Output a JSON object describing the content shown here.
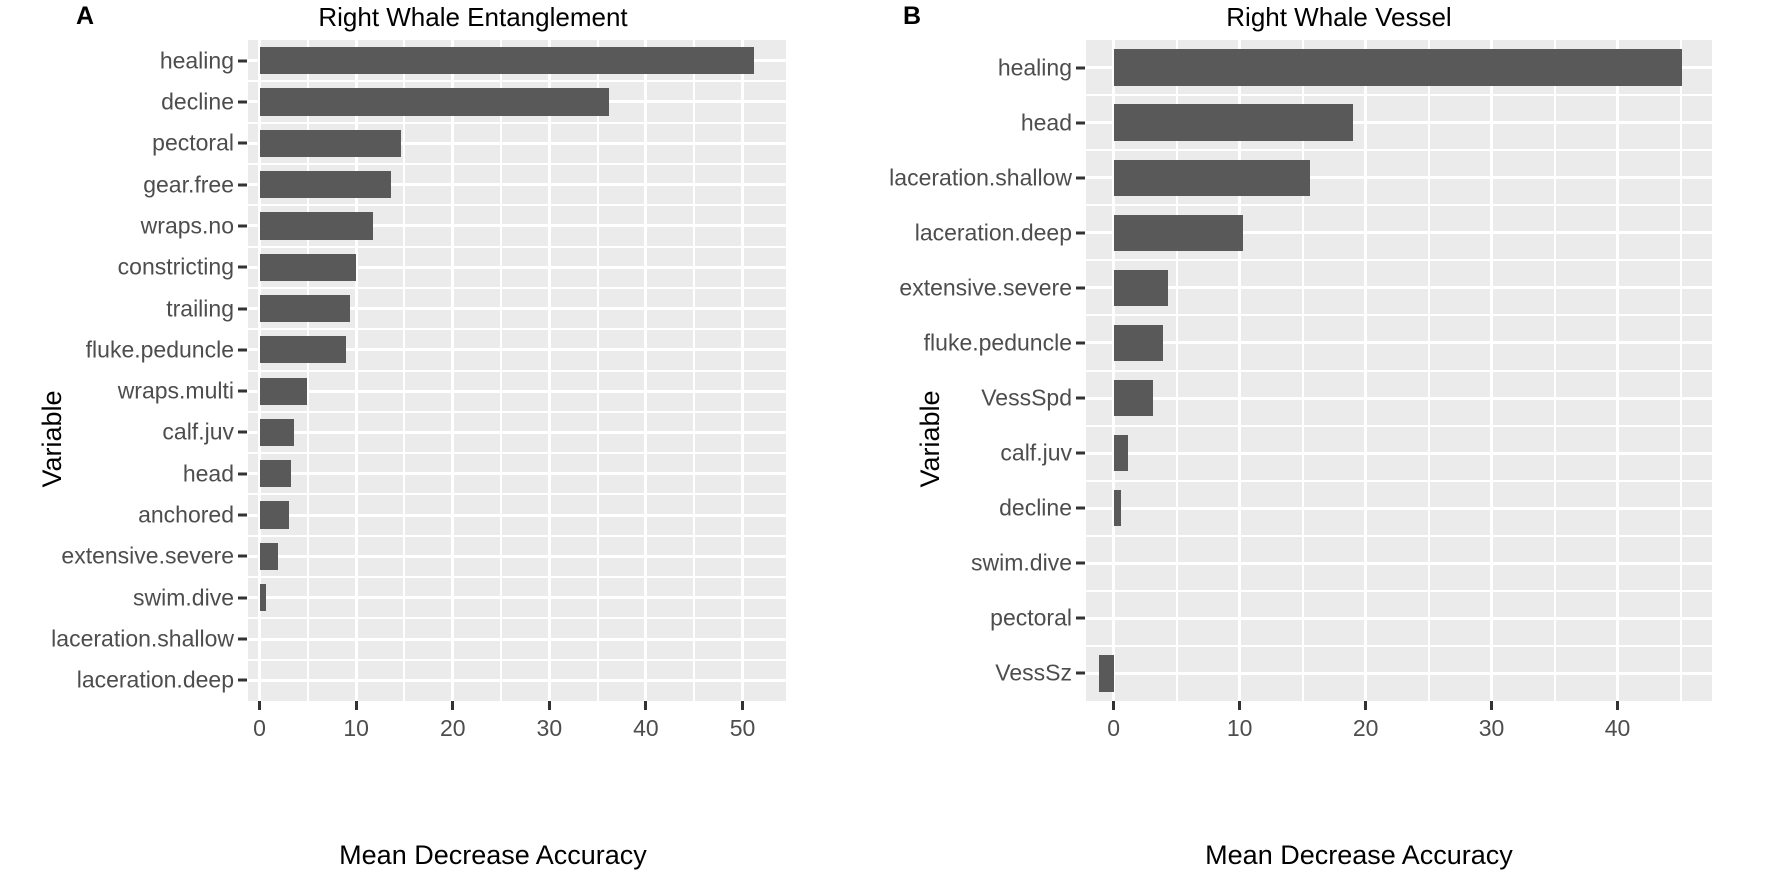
{
  "figure": {
    "background": "#ffffff",
    "bar_color": "#595959",
    "panel_background": "#ebebeb",
    "grid_color": "#ffffff",
    "tick_label_color": "#4d4d4d"
  },
  "panels": [
    {
      "tag": "A",
      "title": "Right Whale Entanglement",
      "xlabel": "Mean Decrease Accuracy",
      "ylabel": "Variable"
    },
    {
      "tag": "B",
      "title": "Right Whale Vessel",
      "xlabel": "Mean Decrease Accuracy",
      "ylabel": "Variable"
    }
  ],
  "chart_data": [
    {
      "type": "bar",
      "orientation": "horizontal",
      "title": "Right Whale Entanglement",
      "panel_tag": "A",
      "xlabel": "Mean Decrease Accuracy",
      "ylabel": "Variable",
      "xlim": [
        -1.2,
        54.5
      ],
      "xticks": [
        0,
        10,
        20,
        30,
        40,
        50
      ],
      "xtick_labels": [
        "0",
        "10",
        "20",
        "30",
        "40",
        "50"
      ],
      "grid": true,
      "legend": null,
      "categories": [
        "healing",
        "decline",
        "pectoral",
        "gear.free",
        "wraps.no",
        "constricting",
        "trailing",
        "fluke.peduncle",
        "wraps.multi",
        "calf.juv",
        "head",
        "anchored",
        "extensive.severe",
        "swim.dive",
        "laceration.shallow",
        "laceration.deep"
      ],
      "values": [
        51.2,
        36.2,
        14.6,
        13.6,
        11.7,
        10.0,
        9.4,
        8.9,
        4.9,
        3.6,
        3.3,
        3.0,
        1.9,
        0.7,
        0.0,
        0.0
      ]
    },
    {
      "type": "bar",
      "orientation": "horizontal",
      "title": "Right Whale Vessel",
      "panel_tag": "B",
      "xlabel": "Mean Decrease Accuracy",
      "ylabel": "Variable",
      "xlim": [
        -2.2,
        47.5
      ],
      "xticks": [
        0,
        10,
        20,
        30,
        40
      ],
      "xtick_labels": [
        "0",
        "10",
        "20",
        "30",
        "40"
      ],
      "grid": true,
      "legend": null,
      "categories": [
        "healing",
        "head",
        "laceration.shallow",
        "laceration.deep",
        "extensive.severe",
        "fluke.peduncle",
        "VessSpd",
        "calf.juv",
        "decline",
        "swim.dive",
        "pectoral",
        "VessSz"
      ],
      "values": [
        45.1,
        19.0,
        15.6,
        10.3,
        4.3,
        3.9,
        3.1,
        1.1,
        0.6,
        0.0,
        0.0,
        -1.2
      ]
    }
  ]
}
